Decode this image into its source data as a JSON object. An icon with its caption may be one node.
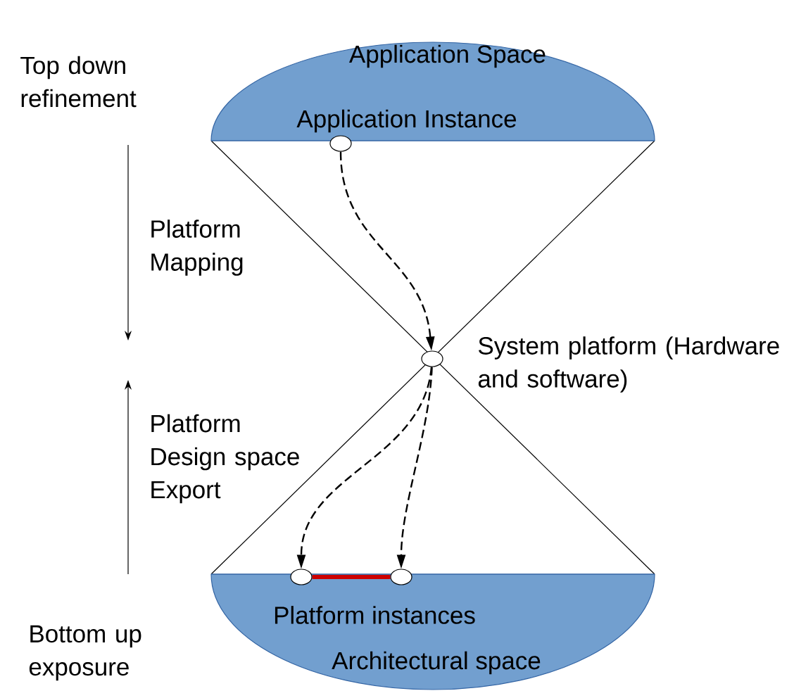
{
  "diagram": {
    "nodes": [
      {
        "text": [
          "Application Space",
          "Application Instance"
        ]
      },
      {
        "text": [],
        "shape": "circle"
      },
      {
        "text": [],
        "shape": "circle",
        "beside": [
          "System platform (Hardware and software)"
        ]
      },
      {
        "text": [
          "Platform instances",
          "Architectural space"
        ]
      },
      {
        "text": [],
        "shape": "circle"
      },
      {
        "text": [],
        "shape": "circle"
      }
    ],
    "edges": [
      {
        "from": 1,
        "to": 2,
        "arrow": "to",
        "style": "dashed"
      },
      {
        "from": 2,
        "to": 4,
        "arrow": "to",
        "style": "dashed"
      },
      {
        "from": 2,
        "to": 5,
        "arrow": "to",
        "style": "dashed"
      },
      {
        "from": 4,
        "to": 5,
        "arrow": "none",
        "style": "thick",
        "color": "#cc0000"
      }
    ],
    "labels": [
      "Top down refinement",
      "Platform Mapping",
      "Platform Design space Export",
      "Bottom up exposure"
    ]
  }
}
